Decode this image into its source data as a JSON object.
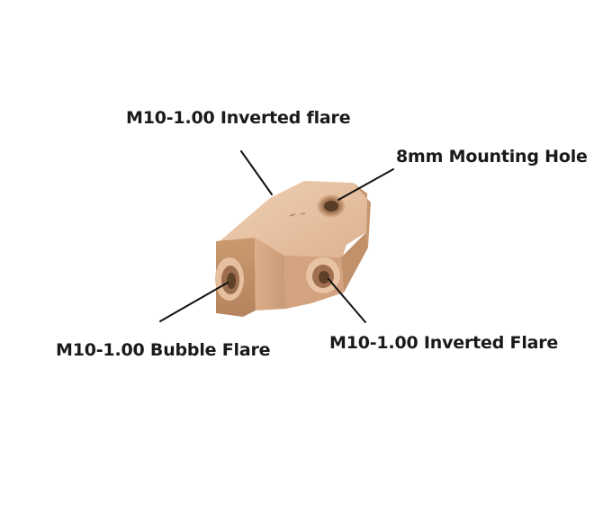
{
  "labels": {
    "top_port": "M10-1.00 Inverted flare",
    "mounting_hole": "8mm Mounting Hole",
    "left_port": "M10-1.00 Bubble Flare",
    "front_port": "M10-1.00 Inverted Flare"
  },
  "colors": {
    "brass_light": "#e8c3a4",
    "brass_mid": "#d9ad8a",
    "brass_dark": "#b98866",
    "leader_line": "#111111"
  }
}
